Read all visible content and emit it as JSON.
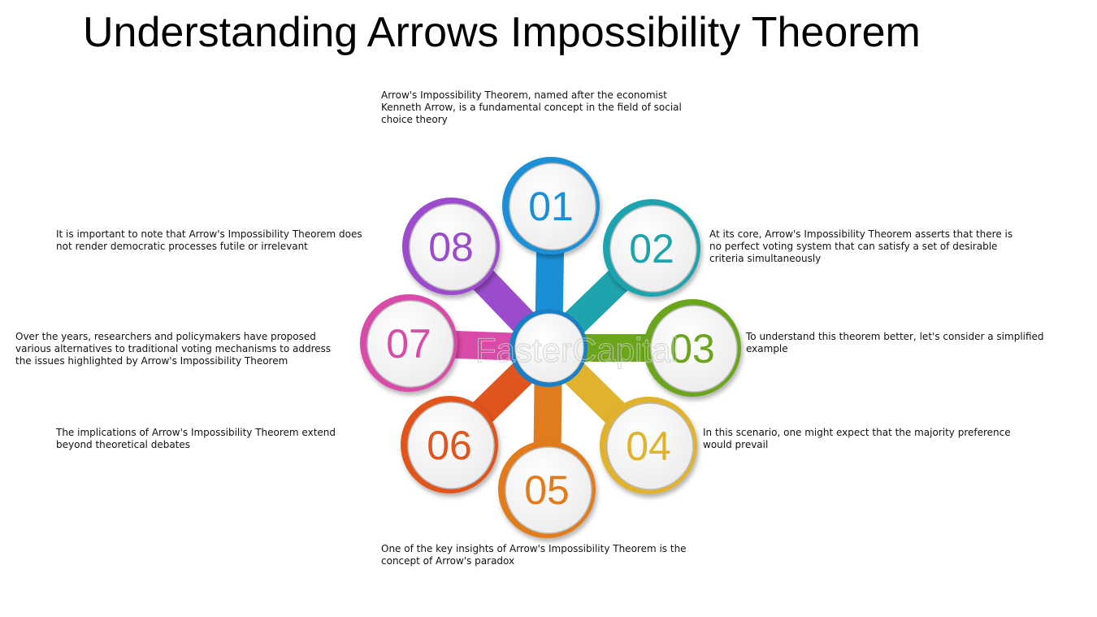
{
  "title": "Understanding Arrows Impossibility Theorem",
  "watermark": "FasterCapital",
  "center_color": "#1a7fc4",
  "items": [
    {
      "number": "01",
      "color": "#1b8fd6",
      "text": "Arrow's Impossibility Theorem, named after the economist Kenneth Arrow, is a fundamental concept in the field of social choice theory"
    },
    {
      "number": "02",
      "color": "#1fa3ad",
      "text": "At its core, Arrow's Impossibility Theorem asserts that there is no perfect voting system that can satisfy a set of desirable criteria simultaneously"
    },
    {
      "number": "03",
      "color": "#6aa51a",
      "text": "To understand this theorem better, let's consider a simplified example"
    },
    {
      "number": "04",
      "color": "#e0b22e",
      "text": "In this scenario, one might expect that the majority preference would prevail"
    },
    {
      "number": "05",
      "color": "#e07b1e",
      "text": "One of the key insights of Arrow's Impossibility Theorem is the concept of Arrow's paradox"
    },
    {
      "number": "06",
      "color": "#e0541e",
      "text": "The implications of Arrow's Impossibility Theorem extend beyond theoretical debates"
    },
    {
      "number": "07",
      "color": "#d94ba8",
      "text": "Over the years, researchers and policymakers have proposed various alternatives to traditional voting mechanisms to address the issues highlighted by Arrow's Impossibility Theorem"
    },
    {
      "number": "08",
      "color": "#9b4ccc",
      "text": "It is important to note that Arrow's Impossibility Theorem does not render democratic processes futile or irrelevant"
    }
  ]
}
